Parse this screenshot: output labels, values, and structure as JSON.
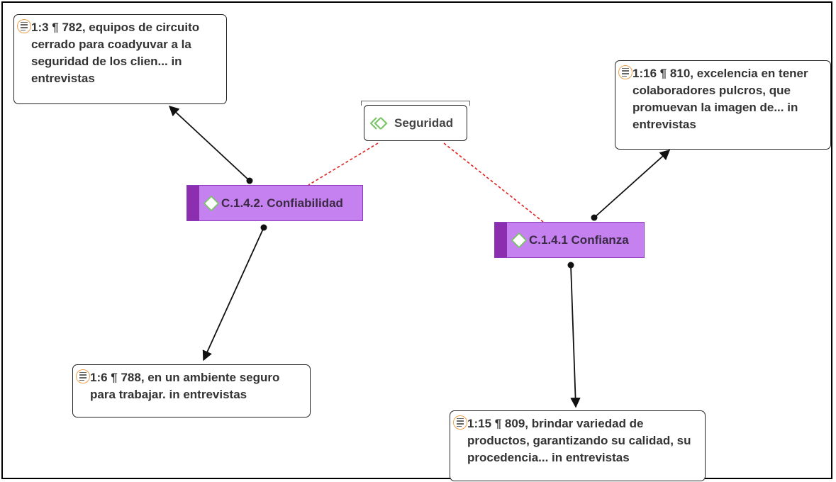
{
  "group": {
    "label": "Seguridad"
  },
  "codes": {
    "confiabilidad": {
      "label": "C.1.4.2. Confiabilidad"
    },
    "confianza": {
      "label": "C.1.4.1 Confianza"
    }
  },
  "quotes": {
    "q782": {
      "text": "1:3 ¶ 782, equipos de circuito cerrado para coadyuvar a la seguridad de los clien... in entrevistas"
    },
    "q788": {
      "text": "1:6 ¶ 788, en un ambiente seguro para trabajar. in entrevistas"
    },
    "q810": {
      "text": "1:16 ¶ 810, excelencia en tener colaboradores pulcros, que promuevan la imagen de... in entrevistas"
    },
    "q809": {
      "text": "1:15 ¶ 809, brindar variedad de productos, garantizando su calidad, su procedencia... in entrevistas"
    }
  },
  "icons": {
    "quote_icon": "document-quotation-icon",
    "code_icon": "code-diamond-icon",
    "group_icon": "code-group-icon"
  },
  "colors": {
    "code_fill": "#c481ef",
    "code_bar": "#8b2fb0",
    "quote_icon_ring": "#f0a04b",
    "link_dashed": "#e02020",
    "group_icon": "#7cc46a"
  }
}
